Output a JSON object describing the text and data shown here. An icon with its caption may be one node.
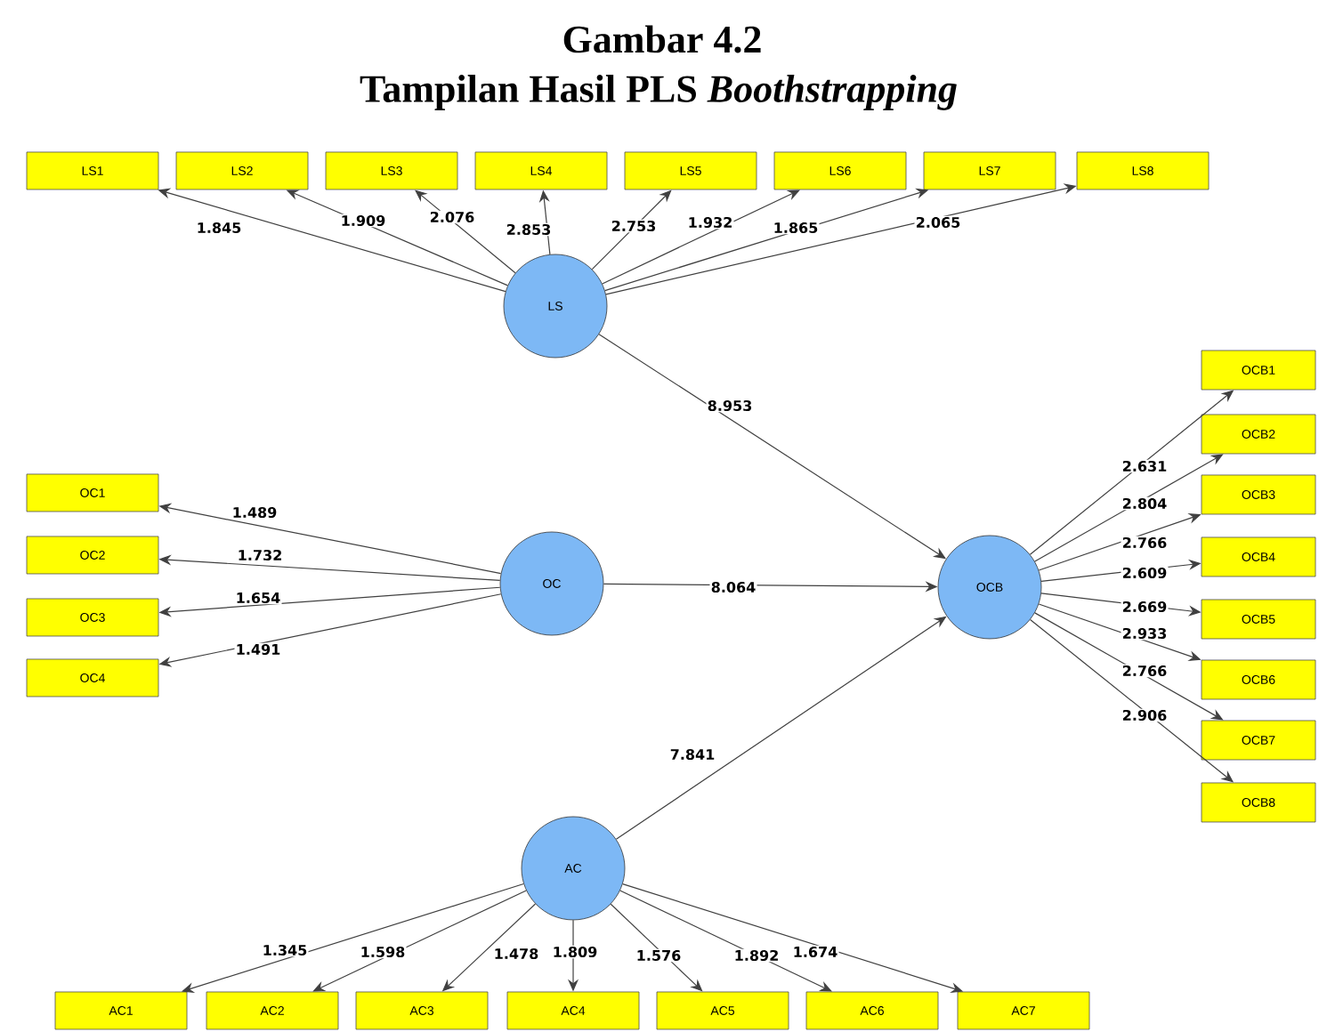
{
  "diagram": {
    "title": "Gambar 4.2",
    "caption": "Tampilan Hasil PLS *Boothstrapping*",
    "nodes": [
      {
        "text": [
          "LS1"
        ]
      },
      {
        "text": [
          "LS2"
        ]
      },
      {
        "text": [
          "LS3"
        ]
      },
      {
        "text": [
          "LS4"
        ]
      },
      {
        "text": [
          "LS5"
        ]
      },
      {
        "text": [
          "LS6"
        ]
      },
      {
        "text": [
          "LS7"
        ]
      },
      {
        "text": [
          "LS8"
        ]
      },
      {
        "text": [
          "LS"
        ]
      },
      {
        "text": [
          "OC1"
        ]
      },
      {
        "text": [
          "OC2"
        ]
      },
      {
        "text": [
          "OC3"
        ]
      },
      {
        "text": [
          "OC4"
        ]
      },
      {
        "text": [
          "OC"
        ]
      },
      {
        "text": [
          "OCB"
        ]
      },
      {
        "text": [
          "OCB1"
        ]
      },
      {
        "text": [
          "OCB2"
        ]
      },
      {
        "text": [
          "OCB3"
        ]
      },
      {
        "text": [
          "OCB4"
        ]
      },
      {
        "text": [
          "OCB5"
        ]
      },
      {
        "text": [
          "OCB6"
        ]
      },
      {
        "text": [
          "OCB7"
        ]
      },
      {
        "text": [
          "OCB8"
        ]
      },
      {
        "text": [
          "AC"
        ]
      },
      {
        "text": [
          "AC1"
        ]
      },
      {
        "text": [
          "AC2"
        ]
      },
      {
        "text": [
          "AC3"
        ]
      },
      {
        "text": [
          "AC4"
        ]
      },
      {
        "text": [
          "AC5"
        ]
      },
      {
        "text": [
          "AC6"
        ]
      },
      {
        "text": [
          "AC7"
        ]
      }
    ],
    "edges": [
      {
        "from": 8,
        "to": 0,
        "arrow": "to",
        "label": "1.845"
      },
      {
        "from": 8,
        "to": 1,
        "arrow": "to",
        "label": "1.909"
      },
      {
        "from": 8,
        "to": 2,
        "arrow": "to",
        "label": "2.076"
      },
      {
        "from": 8,
        "to": 3,
        "arrow": "to",
        "label": "2.853"
      },
      {
        "from": 8,
        "to": 4,
        "arrow": "to",
        "label": "2.753"
      },
      {
        "from": 8,
        "to": 5,
        "arrow": "to",
        "label": "1.932"
      },
      {
        "from": 8,
        "to": 6,
        "arrow": "to",
        "label": "1.865"
      },
      {
        "from": 8,
        "to": 7,
        "arrow": "to",
        "label": "2.065"
      },
      {
        "from": 13,
        "to": 9,
        "arrow": "to",
        "label": "1.489"
      },
      {
        "from": 13,
        "to": 10,
        "arrow": "to",
        "label": "1.732"
      },
      {
        "from": 13,
        "to": 11,
        "arrow": "to",
        "label": "1.654"
      },
      {
        "from": 13,
        "to": 12,
        "arrow": "to",
        "label": "1.491"
      },
      {
        "from": 8,
        "to": 14,
        "arrow": "to",
        "label": "8.953"
      },
      {
        "from": 13,
        "to": 14,
        "arrow": "to",
        "label": "8.064"
      },
      {
        "from": 23,
        "to": 14,
        "arrow": "to",
        "label": "7.841"
      },
      {
        "from": 14,
        "to": 15,
        "arrow": "to",
        "label": "2.631"
      },
      {
        "from": 14,
        "to": 16,
        "arrow": "to",
        "label": "2.804"
      },
      {
        "from": 14,
        "to": 17,
        "arrow": "to",
        "label": "2.766"
      },
      {
        "from": 14,
        "to": 18,
        "arrow": "to",
        "label": "2.609"
      },
      {
        "from": 14,
        "to": 19,
        "arrow": "to",
        "label": "2.669"
      },
      {
        "from": 14,
        "to": 20,
        "arrow": "to",
        "label": "2.933"
      },
      {
        "from": 14,
        "to": 21,
        "arrow": "to",
        "label": "2.766"
      },
      {
        "from": 14,
        "to": 22,
        "arrow": "to",
        "label": "2.906"
      },
      {
        "from": 23,
        "to": 24,
        "arrow": "to",
        "label": "1.345"
      },
      {
        "from": 23,
        "to": 25,
        "arrow": "to",
        "label": "1.598"
      },
      {
        "from": 23,
        "to": 26,
        "arrow": "to",
        "label": "1.478"
      },
      {
        "from": 23,
        "to": 27,
        "arrow": "to",
        "label": "1.809"
      },
      {
        "from": 23,
        "to": 28,
        "arrow": "to",
        "label": "1.576"
      },
      {
        "from": 23,
        "to": 29,
        "arrow": "to",
        "label": "1.892"
      },
      {
        "from": 23,
        "to": 30,
        "arrow": "to",
        "label": "1.674"
      }
    ]
  }
}
